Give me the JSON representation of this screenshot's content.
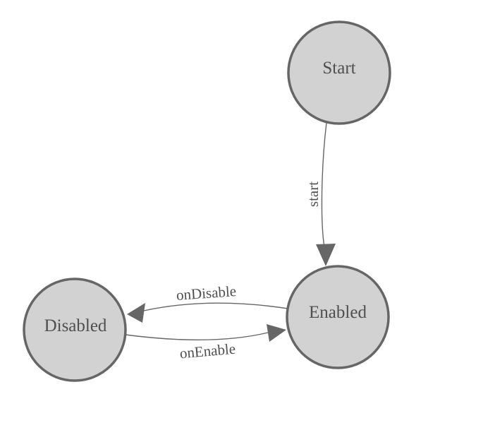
{
  "diagram": {
    "kind": "state-machine",
    "colors": {
      "background": "#ffffff",
      "node_fill": "#d2d2d2",
      "node_stroke": "#666666",
      "edge_stroke": "#666666",
      "arrow_fill": "#666666",
      "label_color": "#4f4f4f"
    },
    "nodes": [
      {
        "id": "start",
        "label": "Start"
      },
      {
        "id": "enabled",
        "label": "Enabled"
      },
      {
        "id": "disabled",
        "label": "Disabled"
      }
    ],
    "edges": [
      {
        "from": "start",
        "to": "enabled",
        "label": "start"
      },
      {
        "from": "enabled",
        "to": "disabled",
        "label": "onDisable"
      },
      {
        "from": "disabled",
        "to": "enabled",
        "label": "onEnable"
      }
    ]
  }
}
